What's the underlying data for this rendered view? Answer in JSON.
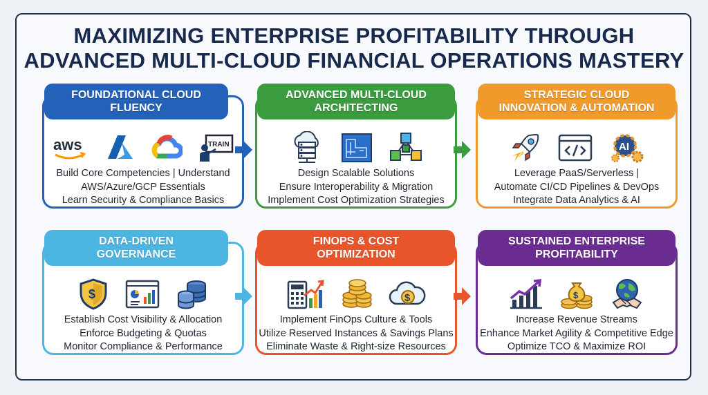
{
  "title": {
    "line1": "MAXIMIZING ENTERPRISE PROFITABILITY THROUGH",
    "line2": "ADVANCED MULTI-CLOUD FINANCIAL OPERATIONS MASTERY"
  },
  "colors": {
    "blue": "#2461b8",
    "green": "#3a9b3f",
    "orange": "#ef9a2a",
    "sky": "#4cb5e2",
    "red": "#e9552a",
    "purple": "#6b2c91"
  },
  "cards": [
    {
      "head": [
        "FOUNDATIONAL CLOUD",
        "FLUENCY"
      ],
      "icons": [
        "aws-logo",
        "azure-logo",
        "gcp-logo",
        "train-board-icon"
      ],
      "icon_text": {
        "aws": "aws",
        "train": "TRAIN"
      },
      "lines": [
        "Build Core Competencies | Understand",
        "AWS/Azure/GCP Essentials",
        "Learn Security & Compliance Basics"
      ]
    },
    {
      "head": [
        "ADVANCED MULTI-CLOUD",
        "ARCHITECTING"
      ],
      "icons": [
        "cloud-server-icon",
        "blueprint-icon",
        "cubes-network-icon"
      ],
      "lines": [
        "Design Scalable Solutions",
        "Ensure Interoperability & Migration",
        "Implement Cost Optimization Strategies"
      ]
    },
    {
      "head": [
        "STRATEGIC CLOUD",
        "INNOVATION & AUTOMATION"
      ],
      "icons": [
        "rocket-icon",
        "code-window-icon",
        "ai-gears-icon"
      ],
      "icon_text": {
        "ai": "AI"
      },
      "lines": [
        "Leverage PaaS/Serverless |",
        "Automate CI/CD Pipelines & DevOps",
        "Integrate Data Analytics & AI"
      ]
    },
    {
      "head": [
        "DATA-DRIVEN",
        "GOVERNANCE"
      ],
      "icons": [
        "dollar-shield-icon",
        "dashboard-icon",
        "database-stack-icon"
      ],
      "lines": [
        "Establish Cost Visibility & Allocation",
        "Enforce Budgeting & Quotas",
        "Monitor Compliance & Performance"
      ]
    },
    {
      "head": [
        "FINOPS & COST",
        "OPTIMIZATION"
      ],
      "icons": [
        "calculator-chart-icon",
        "coins-icon",
        "dollar-cloud-icon"
      ],
      "lines": [
        "Implement FinOps Culture & Tools",
        "Utilize Reserved Instances & Savings Plans",
        "Eliminate Waste & Right-size Resources"
      ]
    },
    {
      "head": [
        "SUSTAINED ENTERPRISE",
        "PROFITABILITY"
      ],
      "icons": [
        "growth-chart-icon",
        "money-bag-icon",
        "global-handshake-icon"
      ],
      "lines": [
        "Increase Revenue Streams",
        "Enhance Market Agility & Competitive Edge",
        "Optimize TCO & Maximize ROI"
      ]
    }
  ]
}
